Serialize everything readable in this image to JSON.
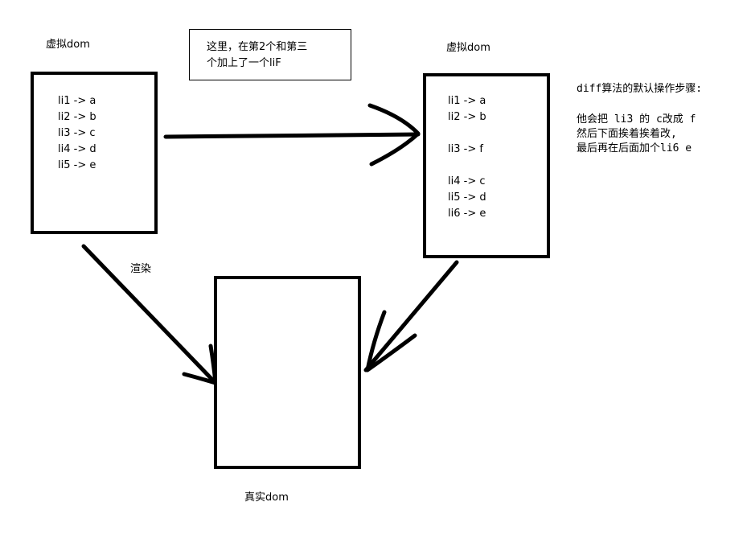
{
  "left_tree": {
    "title": "虚拟dom",
    "items": [
      "li1 -> a",
      "li2 -> b",
      "li3 -> c",
      "li4 -> d",
      "li5 -> e"
    ]
  },
  "note": {
    "line1": "这里，在第2个和第三",
    "line2": "个加上了一个liF"
  },
  "right_tree": {
    "title": "虚拟dom",
    "items": [
      "li1 -> a",
      "li2 -> b",
      "li3 -> f",
      "li4 -> c",
      "li5 -> d",
      "li6 -> e"
    ]
  },
  "render_label": "渲染",
  "real_dom_label": "真实dom",
  "algorithm": {
    "title": "diff算法的默认操作步骤:",
    "line1": "他会把 li3 的 c改成 f",
    "line2": "然后下面挨着挨着改,",
    "line3": "最后再在后面加个li6 e"
  }
}
